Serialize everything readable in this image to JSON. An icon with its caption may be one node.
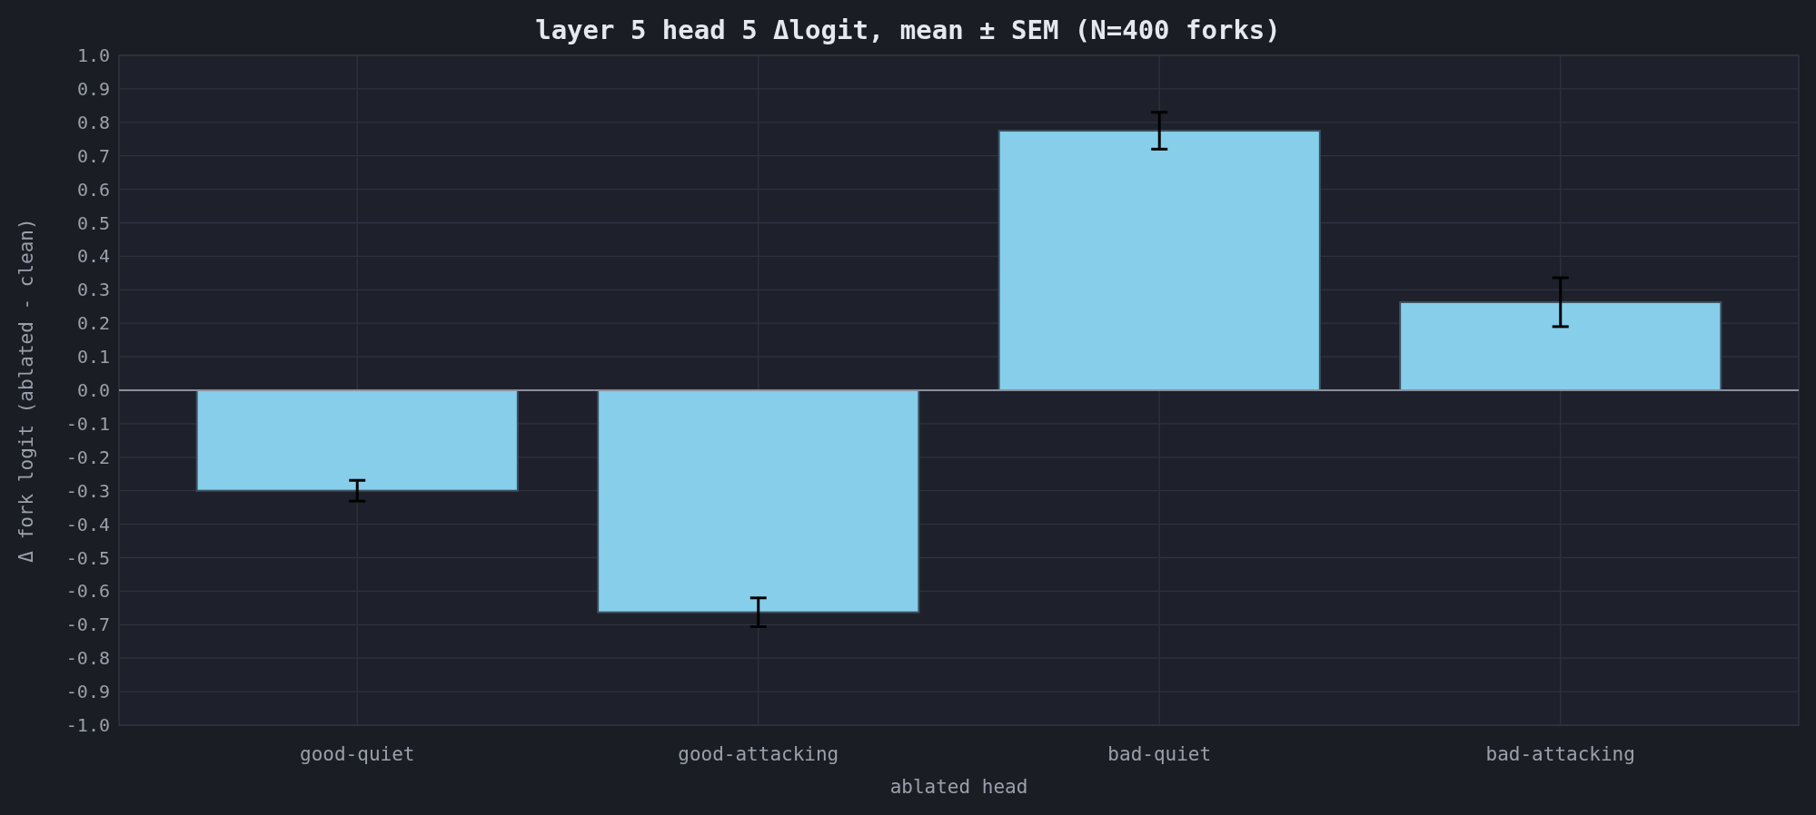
{
  "diagram": {
    "title": "layer 5 head 5 Δlogit, mean ± SEM (N=400 forks)",
    "chart_data": {
      "type": "bar",
      "xlabel": "ablated head",
      "ylabel": "Δ fork logit (ablated - clean)",
      "categories": [
        "good-quiet",
        "good-attacking",
        "bad-quiet",
        "bad-attacking"
      ],
      "series": [
        {
          "color": "#87ceeb",
          "values": [
            -0.3,
            -0.663,
            0.775,
            0.263
          ],
          "errors": [
            0.031,
            0.043,
            0.055,
            0.073
          ]
        }
      ],
      "grid": true,
      "ylim": [
        -1.0,
        1.0
      ],
      "yticks": [
        {
          "value": -1.0,
          "label": "-1.0"
        },
        {
          "value": -0.9,
          "label": "-0.9"
        },
        {
          "value": -0.8,
          "label": "-0.8"
        },
        {
          "value": -0.7,
          "label": "-0.7"
        },
        {
          "value": -0.6,
          "label": "-0.6"
        },
        {
          "value": -0.5,
          "label": "-0.5"
        },
        {
          "value": -0.4,
          "label": "-0.4"
        },
        {
          "value": -0.3,
          "label": "-0.3"
        },
        {
          "value": -0.2,
          "label": "-0.2"
        },
        {
          "value": -0.1,
          "label": "-0.1"
        },
        {
          "value": 0.0,
          "label": "0.0"
        },
        {
          "value": 0.1,
          "label": "0.1"
        },
        {
          "value": 0.2,
          "label": "0.2"
        },
        {
          "value": 0.3,
          "label": "0.3"
        },
        {
          "value": 0.4,
          "label": "0.4"
        },
        {
          "value": 0.5,
          "label": "0.5"
        },
        {
          "value": 0.6,
          "label": "0.6"
        },
        {
          "value": 0.7,
          "label": "0.7"
        },
        {
          "value": 0.8,
          "label": "0.8"
        },
        {
          "value": 0.9,
          "label": "0.9"
        },
        {
          "value": 1.0,
          "label": "1.0"
        }
      ]
    }
  }
}
